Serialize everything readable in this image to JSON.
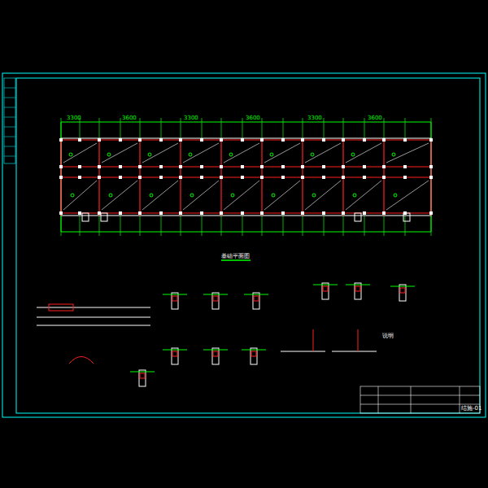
{
  "diagram": {
    "labels": [
      "基础平面图",
      "3300",
      "3600",
      "3300",
      "3600",
      "3300",
      "3600",
      "说明",
      "结施-01"
    ]
  }
}
